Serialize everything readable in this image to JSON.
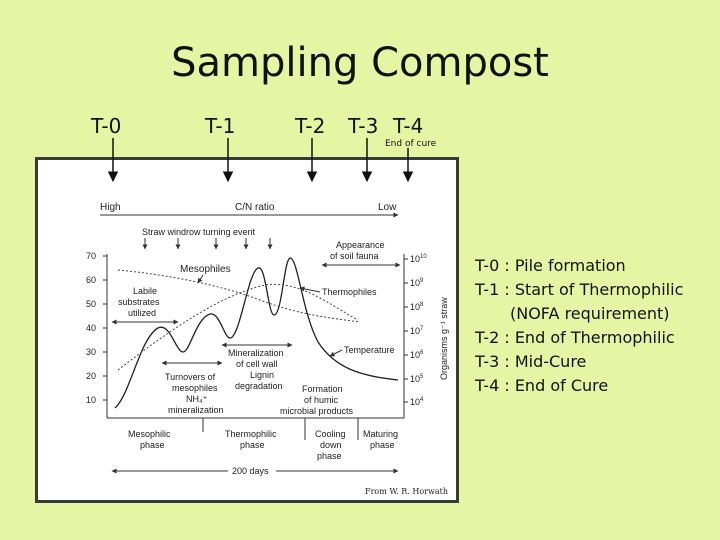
{
  "slide": {
    "title": "Sampling Compost",
    "timepoints": [
      "T-0",
      "T-1",
      "T-2",
      "T-3",
      "T-4"
    ],
    "end_of_cure_note": "End of cure",
    "credit": "From W. R. Horwath",
    "legend": [
      "T-0 : Pile formation",
      "T-1 : Start of Thermophilic",
      "(NOFA requirement)",
      "T-2 : End of Thermophilic",
      "T-3 : Mid-Cure",
      "T-4 : End of Cure"
    ]
  },
  "diagram": {
    "cn_high": "High",
    "cn_label": "C/N ratio",
    "cn_low": "Low",
    "turning_event": "Straw windrow turning event",
    "left_ticks": [
      "70",
      "60",
      "50",
      "40",
      "30",
      "20",
      "10"
    ],
    "right_ticks": [
      "10",
      "10",
      "10",
      "10",
      "10",
      "10",
      "10"
    ],
    "right_exponents": [
      "10",
      "9",
      "8",
      "7",
      "6",
      "5",
      "4"
    ],
    "right_axis_label": "Organisms g⁻¹ straw",
    "mesophiles": "Mesophiles",
    "thermophiles": "Thermophiles",
    "temperature": "Temperature",
    "labile_1": "Labile",
    "labile_2": "substrates",
    "labile_3": "utilized",
    "appearance_1": "Appearance",
    "appearance_2": "of soil fauna",
    "mineral_1": "Mineralization",
    "mineral_2": "of cell wall",
    "lignin_1": "Lignin",
    "lignin_2": "degradation",
    "turnover_1": "Turnovers of",
    "turnover_2": "mesophiles",
    "turnover_3": "NH₄⁺",
    "turnover_4": "mineralization",
    "humic_1": "Formation",
    "humic_2": "of humic",
    "humic_3": "microbial products",
    "phase_1a": "Mesophilic",
    "phase_1b": "phase",
    "phase_2a": "Thermophilic",
    "phase_2b": "phase",
    "phase_3a": "Cooling",
    "phase_3b": "down",
    "phase_3c": "phase",
    "phase_4a": "Maturing",
    "phase_4b": "phase",
    "duration": "200 days"
  }
}
